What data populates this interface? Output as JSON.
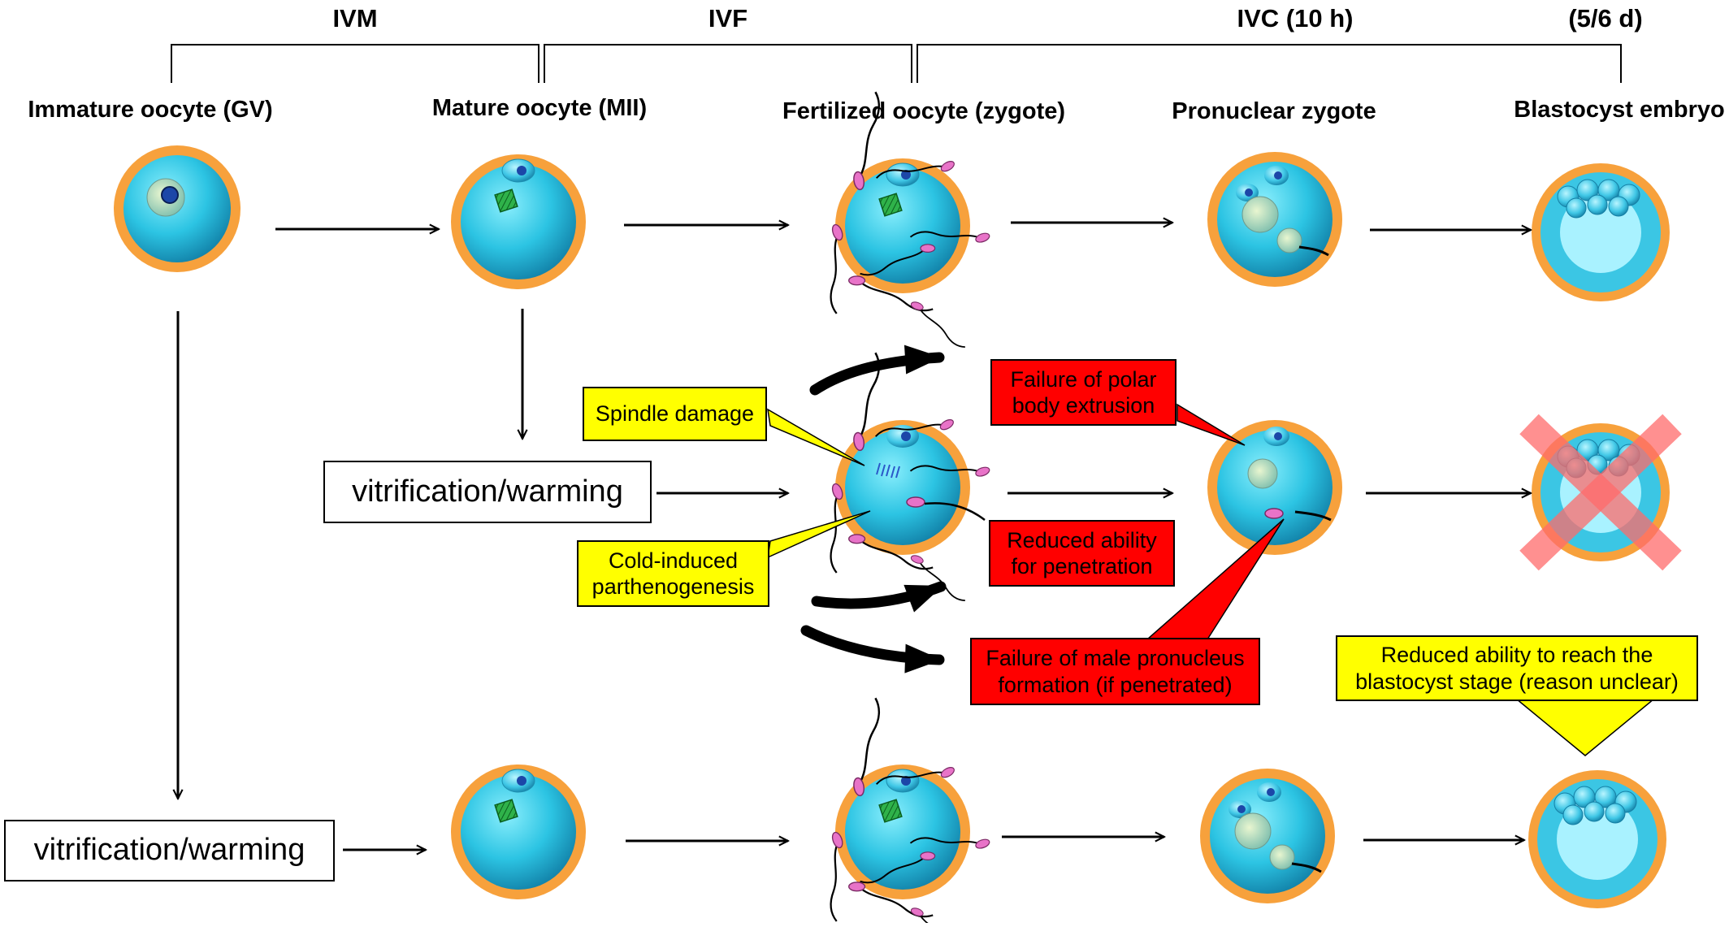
{
  "phases": [
    "IVM",
    "IVF",
    "IVC (10 h)",
    "(5/6 d)"
  ],
  "stages": [
    "Immature oocyte (GV)",
    "Mature oocyte (MII)",
    "Fertilized oocyte (zygote)",
    "Pronuclear zygote",
    "Blastocyst embryo"
  ],
  "vitrification": [
    "vitrification/warming",
    "vitrification/warming"
  ],
  "yellow_callouts": {
    "spindle": "Spindle damage",
    "cold": [
      "Cold-induced",
      "parthenogenesis"
    ],
    "blastocyst": [
      "Reduced ability to reach the",
      "blastocyst stage (reason unclear)"
    ]
  },
  "red_callouts": {
    "polar": [
      "Failure of polar",
      "body extrusion"
    ],
    "penetration": [
      "Reduced ability",
      "for penetration"
    ],
    "pronucleus": [
      "Failure of male pronucleus",
      "formation (if penetrated)"
    ]
  },
  "colors": {
    "zona": "#f7a13c",
    "cytoplasm": "#2cc4e3",
    "yellow_box": "#ffff00",
    "red_box": "#ff0000",
    "sperm_head": "#e873c8",
    "cross": "#ff6b6b"
  }
}
